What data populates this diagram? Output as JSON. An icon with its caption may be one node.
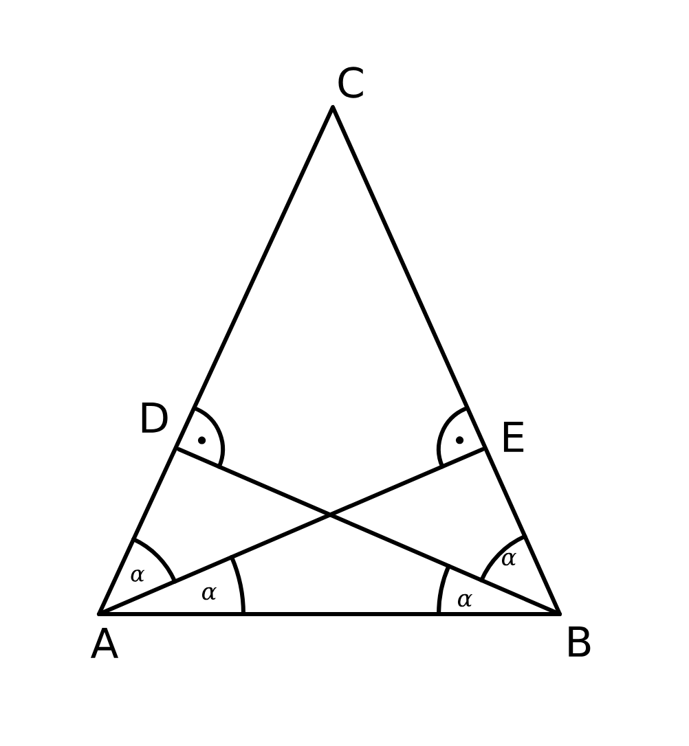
{
  "diagram": {
    "labels": [
      "C",
      "D",
      "E",
      "α",
      "α",
      "α",
      "α",
      "A",
      "B"
    ]
  }
}
